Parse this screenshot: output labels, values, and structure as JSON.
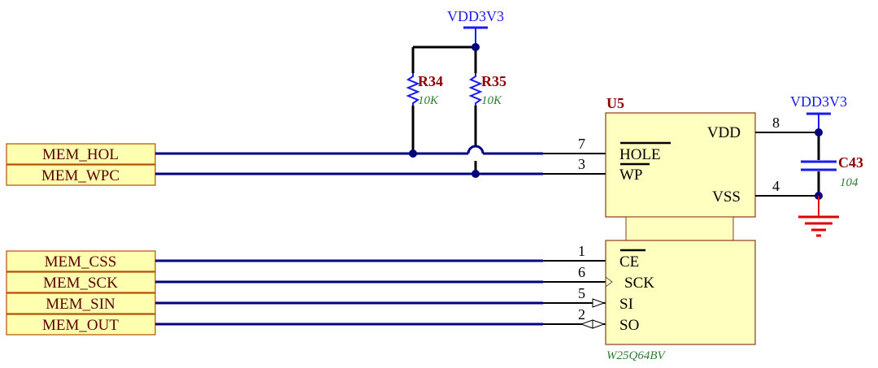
{
  "colors": {
    "wire": "#000080",
    "pin": "#000000",
    "power": "#1a1aee",
    "ground": "#e00000",
    "component_body": "#ffffc0",
    "component_border": "#8b3a1a",
    "port_fill": "#ffffb0",
    "port_border": "#b05000",
    "resistor": "#1a1aee",
    "capacitor": "#1a1aee",
    "ref": "#8b0000",
    "value": "#2e7d32"
  },
  "power": {
    "top": "VDD3V3",
    "cap": "VDD3V3"
  },
  "ports": [
    {
      "label": "MEM_HOL"
    },
    {
      "label": "MEM_WPC"
    },
    {
      "label": "MEM_CSS"
    },
    {
      "label": "MEM_SCK"
    },
    {
      "label": "MEM_SIN"
    },
    {
      "label": "MEM_OUT"
    }
  ],
  "resistors": [
    {
      "ref": "R34",
      "value": "10K"
    },
    {
      "ref": "R35",
      "value": "10K"
    }
  ],
  "capacitor": {
    "ref": "C43",
    "value": "104"
  },
  "chip": {
    "ref": "U5",
    "part": "W25Q64BV",
    "pins": [
      {
        "name": "HOLE",
        "number": "7",
        "overbar": true
      },
      {
        "name": "WP",
        "number": "3",
        "overbar": true
      },
      {
        "name": "VDD",
        "number": "8",
        "overbar": false
      },
      {
        "name": "VSS",
        "number": "4",
        "overbar": false
      },
      {
        "name": "CE",
        "number": "1",
        "overbar": true
      },
      {
        "name": "SCK",
        "number": "6",
        "overbar": false
      },
      {
        "name": "SI",
        "number": "5",
        "overbar": false
      },
      {
        "name": "SO",
        "number": "2",
        "overbar": false
      }
    ]
  }
}
